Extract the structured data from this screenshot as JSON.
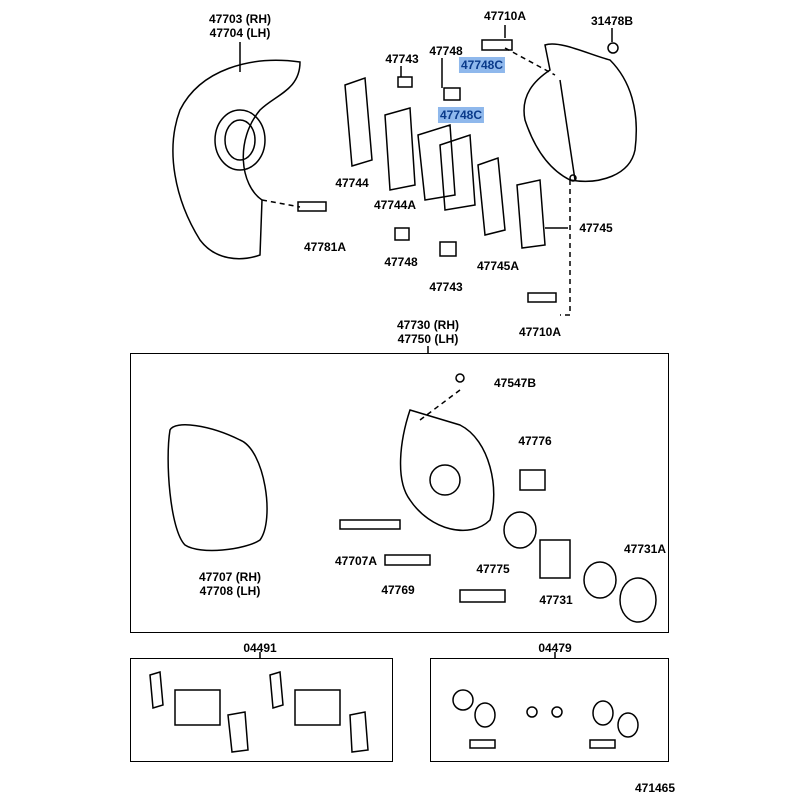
{
  "diagram_id": "471465",
  "labels": {
    "shield_rh": "47703 (RH)",
    "shield_lh": "47704 (LH)",
    "bolt_top": "47710A",
    "plug": "31478B",
    "clip_top": "47748",
    "shim_top": "47743",
    "spring_upper": "47748C",
    "spring_lower": "47748C",
    "shim_inner": "47744",
    "shim_inner_a": "47744A",
    "bolt_shield": "47781A",
    "shim_outer": "47745",
    "clip_bottom": "47748",
    "shim_outer_a": "47745A",
    "shim_bottom": "47743",
    "bolt_bottom": "47710A",
    "caliper_rh": "47730 (RH)",
    "caliper_lh": "47750 (LH)",
    "bleeder": "47547B",
    "boot": "47776",
    "ring": "47731A",
    "pin_bolt": "47707A",
    "pin_boot": "47775",
    "mounting_rh": "47707 (RH)",
    "mounting_lh": "47708 (LH)",
    "slide_pin": "47769",
    "piston": "47731",
    "kit_pad": "04491",
    "kit_cylinder": "04479"
  }
}
